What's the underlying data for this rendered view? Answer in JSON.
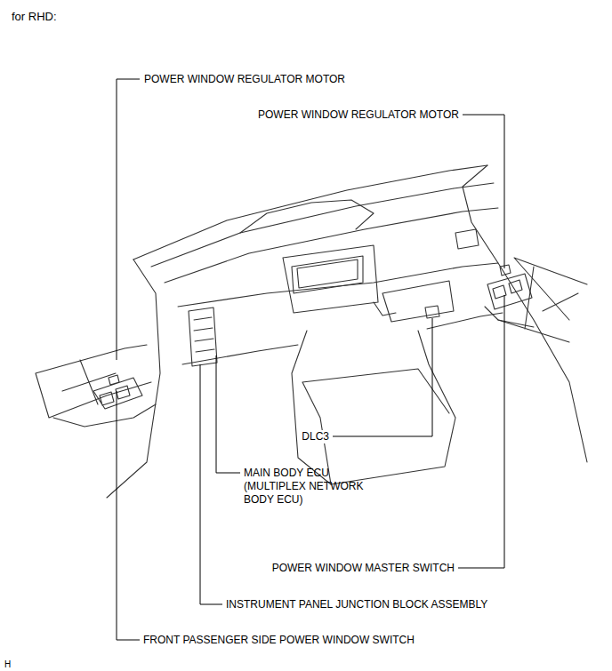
{
  "diagram": {
    "title": "for RHD:",
    "labels": [
      "POWER WINDOW REGULATOR MOTOR",
      "POWER WINDOW REGULATOR MOTOR",
      "DLC3",
      "MAIN BODY ECU (MULTIPLEX NETWORK BODY ECU)",
      "POWER WINDOW MASTER SWITCH",
      "INSTRUMENT PANEL JUNCTION BLOCK ASSEMBLY",
      "FRONT PASSENGER SIDE POWER WINDOW SWITCH",
      "H"
    ]
  }
}
